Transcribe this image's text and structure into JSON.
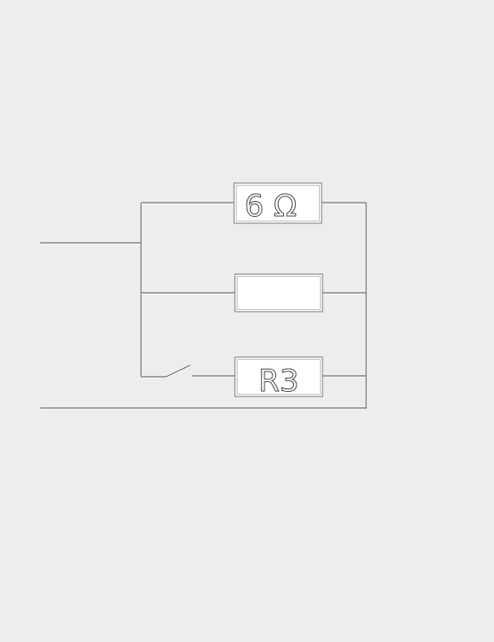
{
  "resistors": [
    {
      "id": "top",
      "label": "6 Ω"
    },
    {
      "id": "middle",
      "label": ""
    },
    {
      "id": "bottom",
      "label": "R3"
    }
  ],
  "switch": {
    "state": "open"
  }
}
